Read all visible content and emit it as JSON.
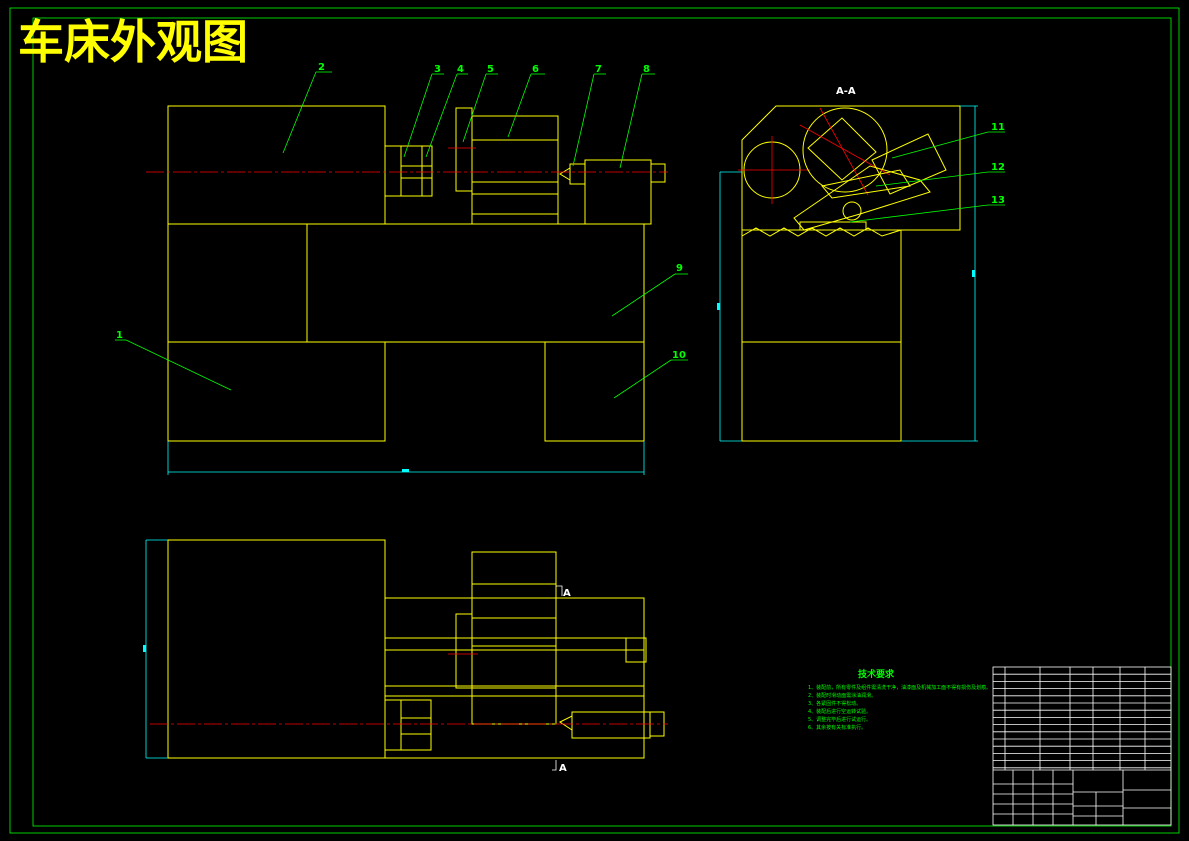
{
  "title": "车床外观图",
  "section_label": "A-A",
  "section_marks": [
    "A",
    "A"
  ],
  "callouts": [
    "1",
    "2",
    "3",
    "4",
    "5",
    "6",
    "7",
    "8",
    "9",
    "10",
    "11",
    "12",
    "13"
  ],
  "tech_requirements": {
    "heading": "技术要求",
    "lines": [
      "1、装配前，所有零件及组件需清洗干净，油漆面及机械加工面不得有损伤及划痕。",
      "2、装配时滑动面需涂油润滑。",
      "3、各紧固件不得松动。",
      "4、装配后进行空运转试验。",
      "5、调整完毕后进行试运行。",
      "6、其余按有关标准执行。"
    ]
  },
  "colors": {
    "border": "#00ff00",
    "outline": "#ffff00",
    "centerline": "#ff0000",
    "dimension": "#00ffff",
    "callout": "#00ff00"
  }
}
